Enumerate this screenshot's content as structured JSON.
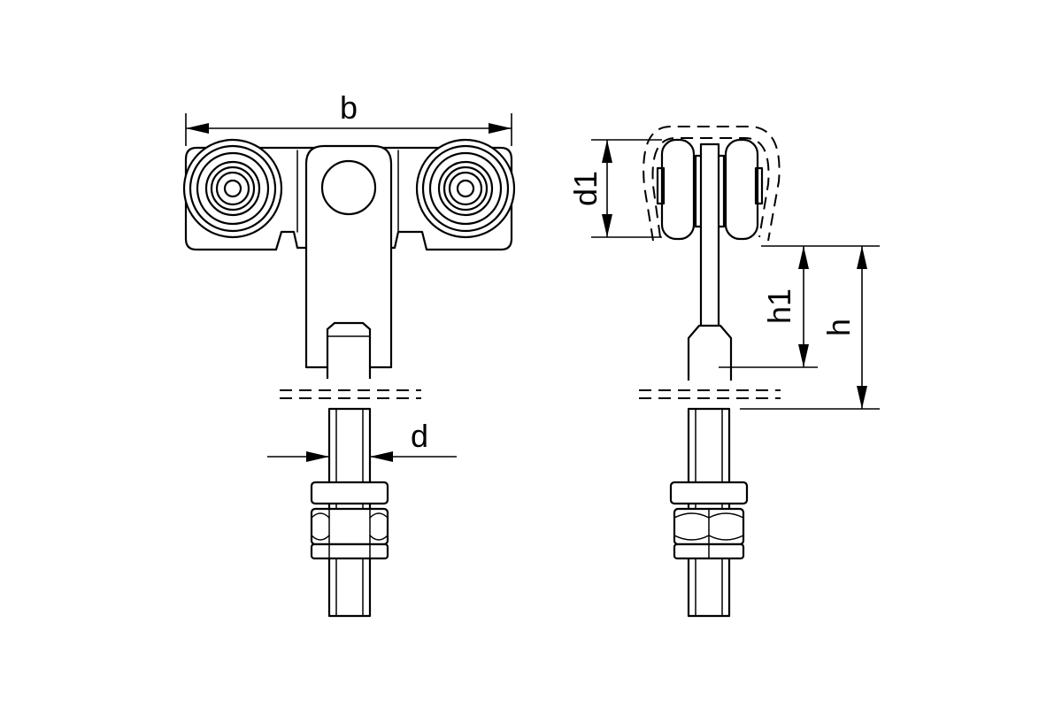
{
  "dimensions": {
    "b": "b",
    "d": "d",
    "d1": "d1",
    "h1": "h1",
    "h": "h"
  },
  "colors": {
    "line": "#000000",
    "background": "#ffffff"
  }
}
